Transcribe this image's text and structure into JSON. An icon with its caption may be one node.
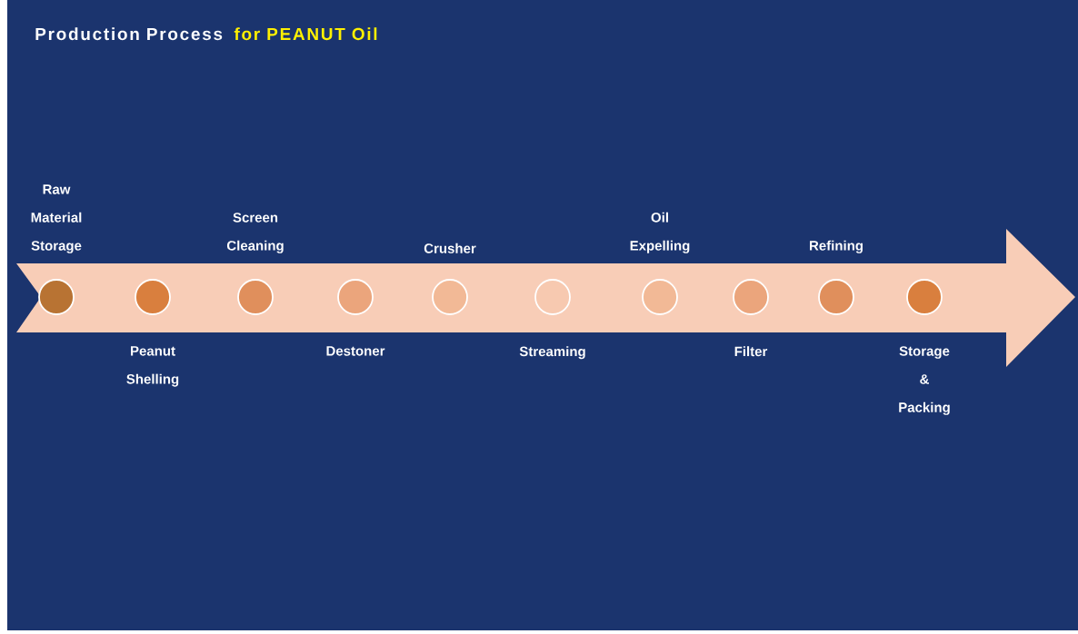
{
  "diagram": {
    "title": "Production Process",
    "labels": [
      "for PEANUT Oil"
    ],
    "nodes": [
      {
        "text": [
          "Raw Material Storage"
        ]
      },
      {
        "text": [
          "Peanut Shelling"
        ]
      },
      {
        "text": [
          "Screen Cleaning"
        ]
      },
      {
        "text": [
          "Destoner"
        ]
      },
      {
        "text": [
          "Crusher"
        ]
      },
      {
        "text": [
          "Streaming"
        ]
      },
      {
        "text": [
          "Oil Expelling"
        ]
      },
      {
        "text": [
          "Filter"
        ]
      },
      {
        "text": [
          "Refining"
        ]
      },
      {
        "text": [
          "Storage & Packing"
        ]
      }
    ]
  }
}
